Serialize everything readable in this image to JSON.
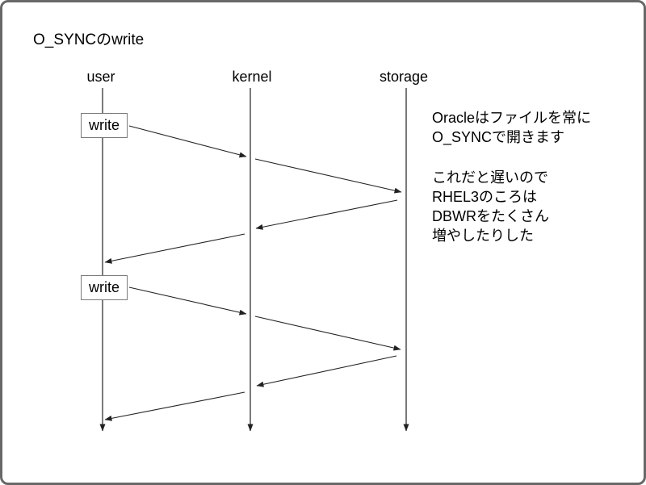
{
  "title": "O_SYNCのwrite",
  "actors": [
    {
      "id": "user",
      "label": "user"
    },
    {
      "id": "kernel",
      "label": "kernel"
    },
    {
      "id": "storage",
      "label": "storage"
    }
  ],
  "write_boxes": [
    {
      "label": "write"
    },
    {
      "label": "write"
    }
  ],
  "annotations": {
    "block1": [
      "Oracleはファイルを常に",
      "O_SYNCで開きます"
    ],
    "block2": [
      "これだと遅いので",
      "RHEL3のころは",
      "DBWRをたくさん",
      "増やしたりした"
    ]
  },
  "diagram": {
    "type": "sequence",
    "line_color": "#222222",
    "messages": [
      {
        "from": "user",
        "to": "kernel"
      },
      {
        "from": "kernel",
        "to": "storage"
      },
      {
        "from": "storage",
        "to": "kernel"
      },
      {
        "from": "kernel",
        "to": "user"
      },
      {
        "from": "user",
        "to": "kernel"
      },
      {
        "from": "kernel",
        "to": "storage"
      },
      {
        "from": "storage",
        "to": "kernel"
      },
      {
        "from": "kernel",
        "to": "user"
      }
    ]
  }
}
